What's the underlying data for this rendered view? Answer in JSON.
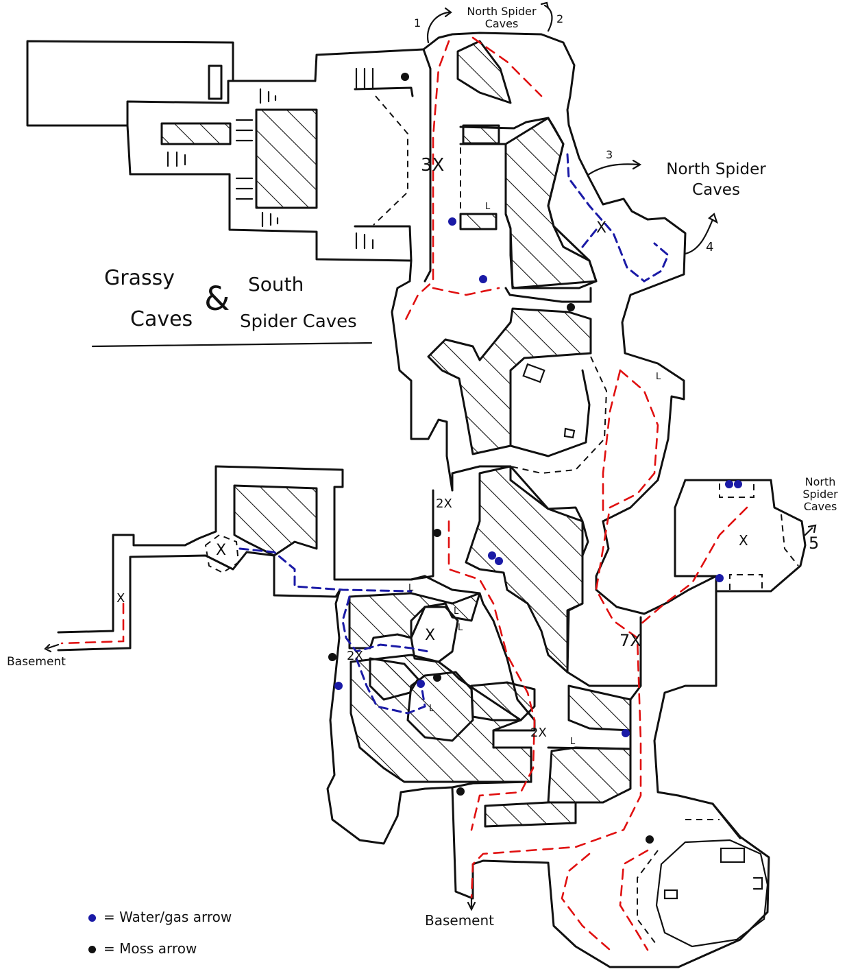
{
  "map": {
    "title_line1_left": "Grassy",
    "title_line2_left": "Caves",
    "title_amp": "&",
    "title_line1_right": "South",
    "title_line2_right": "Spider Caves"
  },
  "exits": {
    "north_top": "North Spider Caves",
    "north_top_num_left": "1",
    "north_top_num_right": "2",
    "north_right": "North Spider Caves",
    "north_right_num": "3",
    "exit_4": "4",
    "north_east": "North Spider Caves",
    "exit_5": "5",
    "basement_west": "Basement",
    "basement_south": "Basement"
  },
  "markers": {
    "enemies_3x": "3X",
    "enemies_2x_mid": "2X",
    "enemies_2x_left": "2X",
    "enemies_2x_lower": "2X",
    "enemies_7x": "7X",
    "x_single": "X",
    "lever": "L"
  },
  "legend": {
    "water_gas": "= Water/gas arrow",
    "moss": "= Moss arrow",
    "water_color": "#1a1aa6",
    "moss_color": "#111111"
  },
  "colors": {
    "route_red": "#e01010",
    "route_blue": "#1a1aa6",
    "ink": "#111111"
  }
}
